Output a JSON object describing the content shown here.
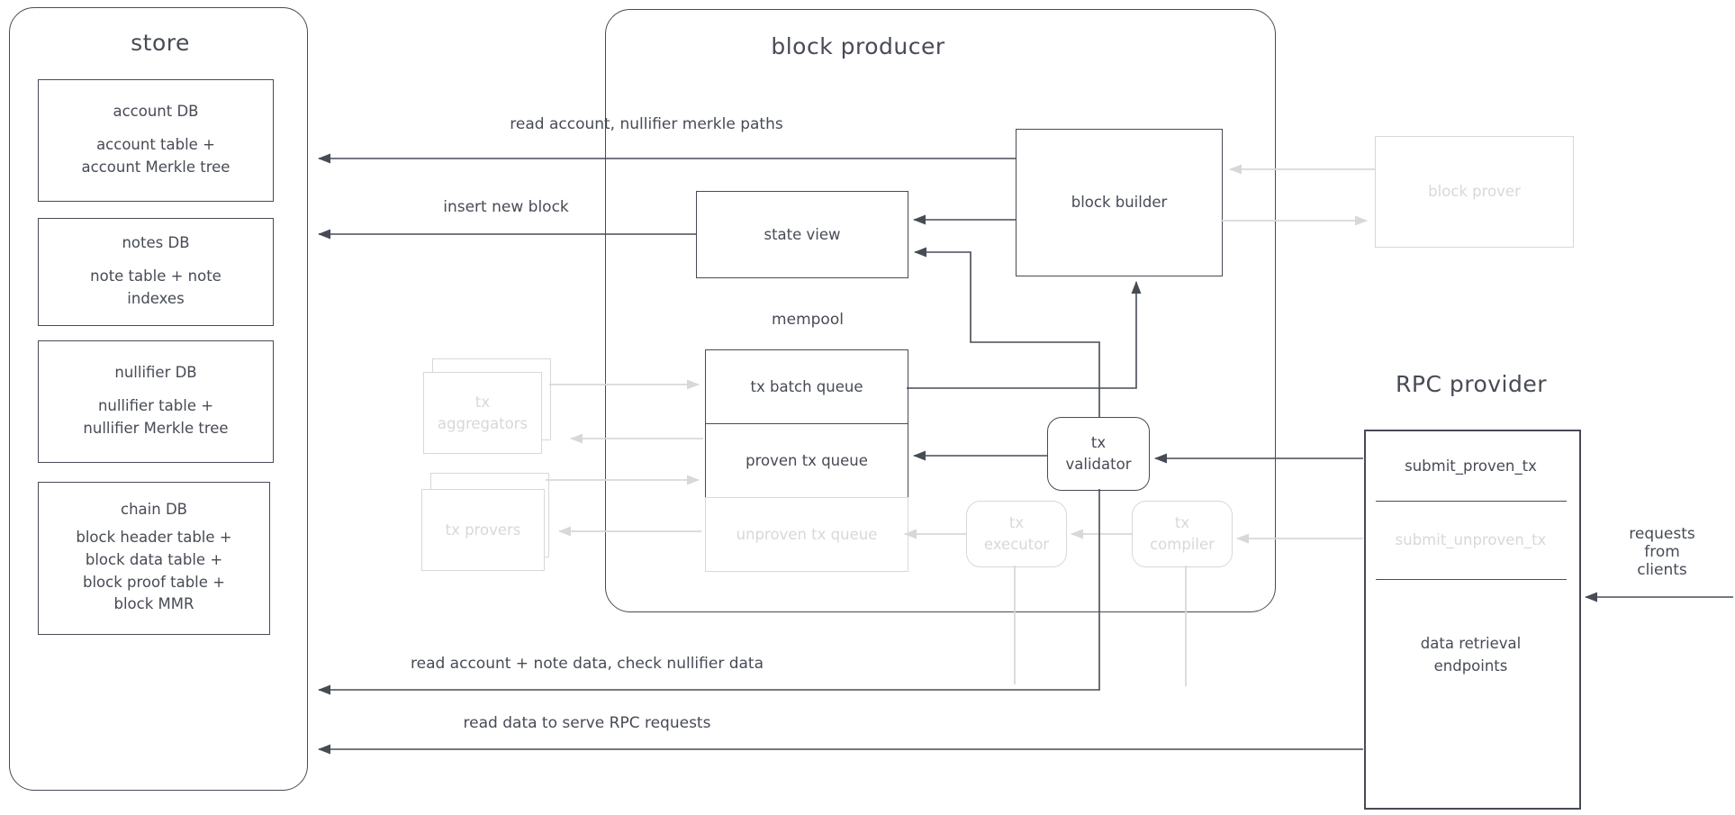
{
  "colors": {
    "ink": "#474b55",
    "faded": "#d8d8d8",
    "background": "#ffffff"
  },
  "store": {
    "title": "store",
    "boxes": [
      {
        "title": "account DB",
        "body": "account table +\naccount Merkle tree"
      },
      {
        "title": "notes DB",
        "body": "note table + note\nindexes"
      },
      {
        "title": "nullifier DB",
        "body": "nullifier table +\nnullifier Merkle tree"
      },
      {
        "title": "chain DB",
        "body": "block header table +\nblock data table +\nblock proof table +\nblock MMR"
      }
    ]
  },
  "block_producer": {
    "title": "block producer",
    "state_view": "state view",
    "mempool": "mempool",
    "tx_batch_queue": "tx batch queue",
    "proven_tx_queue": "proven tx queue",
    "unproven_tx_queue": "unproven tx queue",
    "tx_validator": "tx\nvalidator",
    "tx_executor": "tx\nexecutor",
    "tx_compiler": "tx\ncompiler",
    "block_builder": "block builder"
  },
  "external": {
    "tx_aggregators": "tx\naggregators",
    "tx_provers": "tx provers",
    "block_prover": "block prover"
  },
  "rpc_provider": {
    "title": "RPC provider",
    "submit_proven_tx": "submit_proven_tx",
    "submit_unproven_tx": "submit_unproven_tx",
    "data_retrieval": "data retrieval\nendpoints"
  },
  "edge_labels": {
    "read_merkle_paths": "read account, nullifier merkle paths",
    "insert_new_block": "insert new block",
    "read_account_note": "read account + note data, check nullifier data",
    "read_rpc": "read data to serve RPC requests",
    "requests_from_clients": "requests\nfrom clients"
  }
}
